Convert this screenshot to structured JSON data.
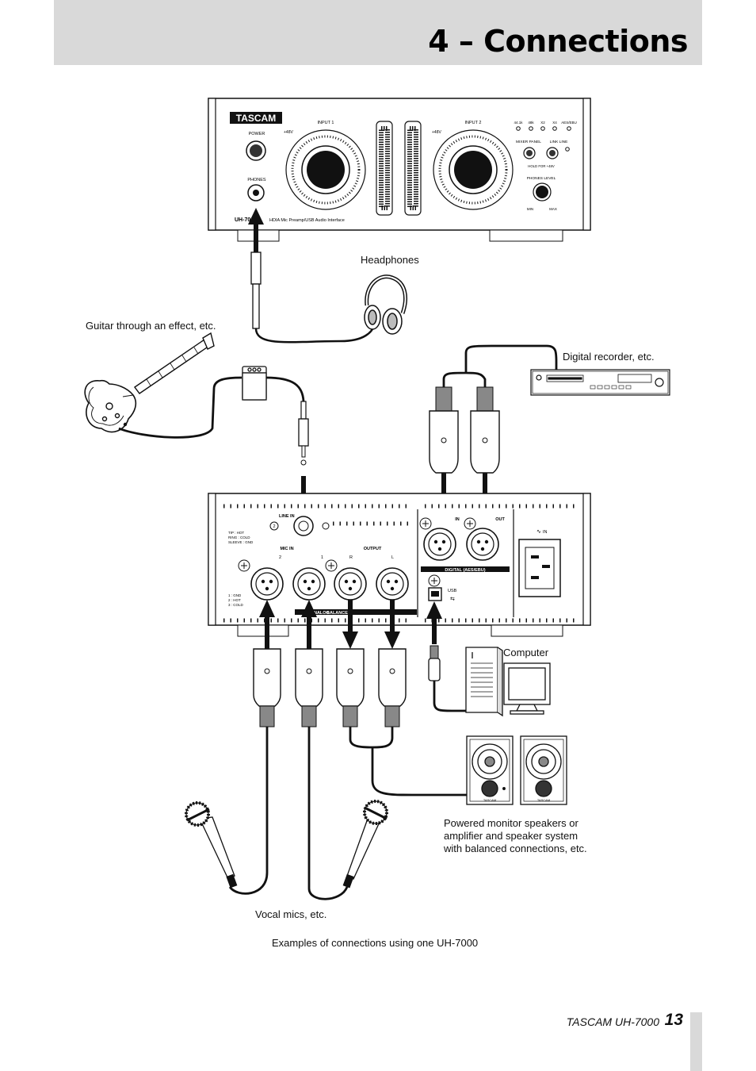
{
  "header": {
    "title": "4 – Connections"
  },
  "device": {
    "brand": "TASCAM",
    "model": "UH-7000",
    "description": "HDIA Mic Preamp/USB Audio Interface",
    "front": {
      "power": "POWER",
      "phones": "PHONES",
      "input1": "INPUT 1",
      "input2": "INPUT 2",
      "phantom": "+48V",
      "rates": [
        "44.1k",
        "48k",
        "X2",
        "X4",
        "AES/EBU"
      ],
      "mixer_panel": "MIXER PANEL",
      "link_line": "LINK LINE",
      "hold": "HOLD FOR +48V",
      "phones_level": "PHONES LEVEL",
      "min": "MIN",
      "max": "MAX"
    },
    "rear": {
      "line_in": "LINE IN",
      "trs": [
        "TIP : HOT",
        "RING : COLD",
        "SLEEVE : GND"
      ],
      "mic_in": "MIC IN",
      "output": "OUTPUT",
      "r": "R",
      "l": "L",
      "num1": "1",
      "num2": "2",
      "pins": [
        "1 : GND",
        "2 : HOT",
        "3 : COLD"
      ],
      "analog": "ANALOG",
      "balanced": "BALANCED",
      "digital_in": "IN",
      "digital_out": "OUT",
      "digital": "DIGITAL (AES/EBU)",
      "usb": "USB",
      "ac_in": "IN"
    }
  },
  "labels": {
    "headphones": "Headphones",
    "guitar": "Guitar through an effect, etc.",
    "digital_recorder": "Digital recorder, etc.",
    "computer": "Computer",
    "speakers": [
      "Powered monitor speakers or",
      "amplifier and speaker system",
      "with balanced connections, etc."
    ],
    "speaker_brand": "TASCAM",
    "vocal_mics": "Vocal mics, etc.",
    "caption": "Examples of connections using one UH-7000"
  },
  "footer": {
    "brand": "TASCAM  UH-7000",
    "page": "13"
  }
}
